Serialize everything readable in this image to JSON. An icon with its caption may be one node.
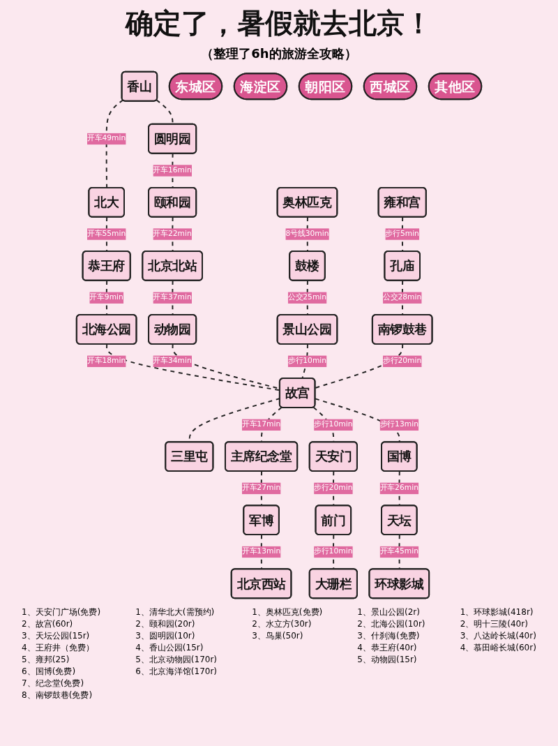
{
  "diagram": {
    "title": "确定了，暑假就去北京！",
    "nodes": [
      {
        "text": [
          "香山"
        ]
      },
      {
        "text": [
          "奥林匹克"
        ]
      },
      {
        "text": [
          "雍和宫"
        ]
      },
      {
        "text": [
          "圆明园"
        ]
      },
      {
        "text": [
          "北大"
        ]
      },
      {
        "text": [
          "鼓楼"
        ]
      },
      {
        "text": [
          "孔庙"
        ]
      },
      {
        "text": [
          "颐和园"
        ]
      },
      {
        "text": [
          "恭王府"
        ]
      },
      {
        "text": [
          "景山公园"
        ]
      },
      {
        "text": [
          "南锣鼓巷"
        ]
      },
      {
        "text": [
          "北京北站"
        ]
      },
      {
        "text": [
          "北海公园"
        ]
      },
      {
        "text": [
          "动物园"
        ]
      },
      {
        "text": [
          "三里屯"
        ]
      },
      {
        "text": [
          "故宫"
        ]
      },
      {
        "text": [
          "主席纪念堂"
        ]
      },
      {
        "text": [
          "国博"
        ]
      },
      {
        "text": [
          "天安门"
        ]
      },
      {
        "text": [
          "天坛"
        ]
      },
      {
        "text": [
          "军博"
        ]
      },
      {
        "text": [
          "环球影城"
        ]
      },
      {
        "text": [
          "前门"
        ]
      },
      {
        "text": [
          "北京西站"
        ]
      },
      {
        "text": [
          "大珊栏"
        ]
      },
      {
        "text": [
          "东城区"
        ],
        "beside": [
          "1、天安门广场(免费)",
          "2、故宫(60r)",
          "3、天坛公园(15r)",
          "4、王府井（免费）",
          "5、雍邦(25)",
          "6、国博(免费)",
          "7、纪念堂(免费)",
          "8、南锣鼓巷(免费)"
        ]
      },
      {
        "text": [
          "海淀区"
        ],
        "beside": [
          "1、清华北大(需预约)",
          "2、颐和园(20r)",
          "3、圆明园(10r)",
          "4、香山公园(15r)",
          "5、北京动物园(170r)",
          "6、北京海洋馆(170r)"
        ]
      },
      {
        "text": [
          "朝阳区"
        ],
        "beside": [
          "1、奥林匹克(免费)",
          "2、水立方(30r)",
          "3、鸟巢(50r)"
        ]
      },
      {
        "text": [
          "西城区"
        ],
        "beside": [
          "1、景山公园(2r)",
          "2、北海公园(10r)",
          "3、什刹海(免费)",
          "4、恭王府(40r)",
          "5、动物园(15r)"
        ]
      },
      {
        "text": [
          "其他区"
        ],
        "beside": [
          "1、环球影城(418r)",
          "2、明十三陵(40r)",
          "3、八达岭长城(40r)",
          "4、慕田峪长城(60r)"
        ]
      }
    ],
    "edges": [
      {
        "from": 0,
        "to": 3,
        "arrow": "none",
        "style": "dashed"
      },
      {
        "from": 0,
        "to": 4,
        "arrow": "none",
        "style": "dashed",
        "label": "开车49min"
      },
      {
        "from": 3,
        "to": 7,
        "arrow": "none",
        "style": "dashed",
        "label": "开车16min"
      },
      {
        "from": 7,
        "to": 11,
        "arrow": "none",
        "style": "dashed",
        "label": "开车22min"
      },
      {
        "from": 11,
        "to": 13,
        "arrow": "none",
        "style": "dashed",
        "label": "开车37min"
      },
      {
        "from": 4,
        "to": 8,
        "arrow": "none",
        "style": "dashed",
        "label": "开车55min"
      },
      {
        "from": 8,
        "to": 12,
        "arrow": "none",
        "style": "dashed",
        "label": "开车9min"
      },
      {
        "from": 12,
        "to": 15,
        "arrow": "none",
        "style": "dashed",
        "label": "开车18min"
      },
      {
        "from": 13,
        "to": 15,
        "arrow": "none",
        "style": "dashed",
        "label": "开车34min"
      },
      {
        "from": 1,
        "to": 5,
        "arrow": "none",
        "style": "dashed",
        "label": "8号线30min"
      },
      {
        "from": 5,
        "to": 9,
        "arrow": "none",
        "style": "dashed",
        "label": "公交25min"
      },
      {
        "from": 9,
        "to": 15,
        "arrow": "none",
        "style": "dashed",
        "label": "步行10min"
      },
      {
        "from": 2,
        "to": 6,
        "arrow": "none",
        "style": "dashed",
        "label": "步行5min"
      },
      {
        "from": 6,
        "to": 10,
        "arrow": "none",
        "style": "dashed",
        "label": "公交28min"
      },
      {
        "from": 10,
        "to": 15,
        "arrow": "none",
        "style": "dashed",
        "label": "步行20min"
      },
      {
        "from": 15,
        "to": 14,
        "arrow": "none",
        "style": "dashed"
      },
      {
        "from": 15,
        "to": 16,
        "arrow": "none",
        "style": "dashed",
        "label": "开车17min"
      },
      {
        "from": 16,
        "to": 20,
        "arrow": "none",
        "style": "dashed",
        "label": "开车27min"
      },
      {
        "from": 20,
        "to": 23,
        "arrow": "none",
        "style": "dashed",
        "label": "开车13min"
      },
      {
        "from": 15,
        "to": 18,
        "arrow": "none",
        "style": "dashed",
        "label": "步行10min"
      },
      {
        "from": 18,
        "to": 22,
        "arrow": "none",
        "style": "dashed",
        "label": "步行20min"
      },
      {
        "from": 22,
        "to": 24,
        "arrow": "none",
        "style": "dashed",
        "label": "步行10min"
      },
      {
        "from": 15,
        "to": 17,
        "arrow": "none",
        "style": "dashed",
        "label": "步行13min"
      },
      {
        "from": 17,
        "to": 19,
        "arrow": "none",
        "style": "dashed",
        "label": "开车26min"
      },
      {
        "from": 19,
        "to": 21,
        "arrow": "none",
        "style": "dashed",
        "label": "开车45min"
      }
    ],
    "labels": [
      "（整理了6h的旅游全攻略）"
    ]
  }
}
